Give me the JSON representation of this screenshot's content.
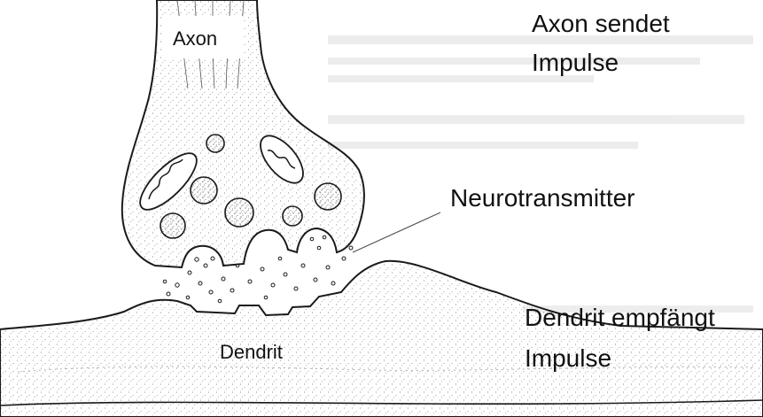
{
  "labels": {
    "axon": "Axon",
    "axon_sends_line1": "Axon sendet",
    "axon_sends_line2": "Impulse",
    "neurotransmitter": "Neurotransmitter",
    "dendrite_receives_line1": "Dendrit empfängt",
    "dendrite_receives_line2": "Impulse",
    "dendrite": "Dendrit"
  },
  "colors": {
    "ink": "#1a1a1a",
    "paper": "#ffffff",
    "stipple": "#8a8a8a"
  }
}
